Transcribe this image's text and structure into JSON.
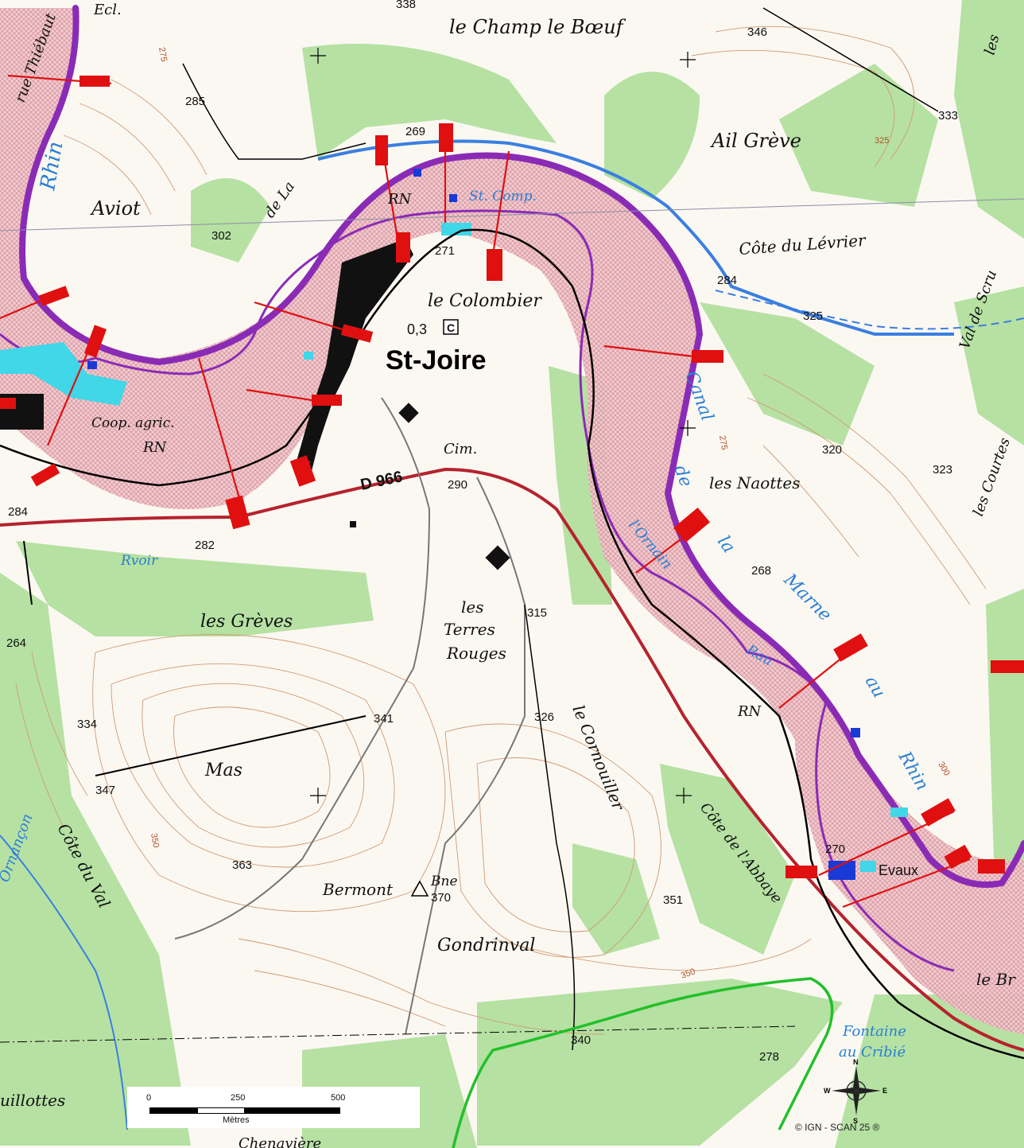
{
  "map": {
    "places": [
      {
        "id": "champ-le-boeuf",
        "label": "le Champ le Bœuf"
      },
      {
        "id": "ail-greve",
        "label": "Ail Grève"
      },
      {
        "id": "aviot",
        "label": "Aviot"
      },
      {
        "id": "cote-du-levrier",
        "label": "Côte du Lévrier"
      },
      {
        "id": "le-colombier",
        "label": "le Colombier"
      },
      {
        "id": "les-naottes",
        "label": "les Naottes"
      },
      {
        "id": "les-greves",
        "label": "les Grèves"
      },
      {
        "id": "les-terres-rouges-1",
        "label": "les"
      },
      {
        "id": "les-terres-rouges-2",
        "label": "Terres"
      },
      {
        "id": "les-terres-rouges-3",
        "label": "Rouges"
      },
      {
        "id": "mas",
        "label": "Mas"
      },
      {
        "id": "bermont",
        "label": "Bermont"
      },
      {
        "id": "gondrinval",
        "label": "Gondrinval"
      },
      {
        "id": "le-cornouiller",
        "label": "le Cornouiller"
      },
      {
        "id": "cote-de-l-abbaye",
        "label": "Côte de l'Abbaye"
      },
      {
        "id": "cote-du-val",
        "label": "Côte du Val"
      },
      {
        "id": "les-courtes",
        "label": "les Courtes"
      },
      {
        "id": "val-de-scru",
        "label": "Val de Scru"
      },
      {
        "id": "le-br",
        "label": "le Br"
      },
      {
        "id": "coop-agric",
        "label": "Coop. agric."
      },
      {
        "id": "cim",
        "label": "Cim."
      },
      {
        "id": "bne",
        "label": "Bne"
      },
      {
        "id": "ecl",
        "label": "Ecl."
      },
      {
        "id": "rue-thiebaut",
        "label": "rue Thiébaut"
      },
      {
        "id": "de-la",
        "label": "de La"
      },
      {
        "id": "les-top",
        "label": "les"
      },
      {
        "id": "uillottes",
        "label": "uillottes"
      },
      {
        "id": "chenaviere",
        "label": "Chenavière"
      },
      {
        "id": "evaux",
        "label": "Evaux"
      }
    ],
    "town": "St-Joire",
    "town_detail": "0,3",
    "town_symbol": "C",
    "roads": [
      {
        "id": "d966",
        "label": "D 966"
      },
      {
        "id": "rn-1",
        "label": "RN"
      },
      {
        "id": "rn-2",
        "label": "RN"
      },
      {
        "id": "rn-3",
        "label": "RN"
      }
    ],
    "water_labels": [
      {
        "id": "rhin-left",
        "label": "Rhin"
      },
      {
        "id": "canal",
        "label": "Canal"
      },
      {
        "id": "de",
        "label": "de"
      },
      {
        "id": "la",
        "label": "la"
      },
      {
        "id": "marne",
        "label": "Marne"
      },
      {
        "id": "au",
        "label": "au"
      },
      {
        "id": "rhin-right",
        "label": "Rhin"
      },
      {
        "id": "ornain",
        "label": "l'Ornain"
      },
      {
        "id": "rvoir",
        "label": "Rvoir"
      },
      {
        "id": "rau",
        "label": "Rau"
      },
      {
        "id": "st-comp",
        "label": "St. Comp."
      },
      {
        "id": "fontaine-1",
        "label": "Fontaine"
      },
      {
        "id": "fontaine-2",
        "label": "au Cribié"
      },
      {
        "id": "ornancon",
        "label": "Ornançon"
      }
    ],
    "altitudes": [
      {
        "id": "a285",
        "label": "285"
      },
      {
        "id": "a269",
        "label": "269"
      },
      {
        "id": "a346",
        "label": "346"
      },
      {
        "id": "a333",
        "label": "333"
      },
      {
        "id": "a302",
        "label": "302"
      },
      {
        "id": "a271",
        "label": "271"
      },
      {
        "id": "a284a",
        "label": "284"
      },
      {
        "id": "a284b",
        "label": "284"
      },
      {
        "id": "a282",
        "label": "282"
      },
      {
        "id": "a290",
        "label": "290"
      },
      {
        "id": "a320",
        "label": "320"
      },
      {
        "id": "a323",
        "label": "323"
      },
      {
        "id": "a268",
        "label": "268"
      },
      {
        "id": "a315",
        "label": "315"
      },
      {
        "id": "a264",
        "label": "264"
      },
      {
        "id": "a334",
        "label": "334"
      },
      {
        "id": "a341",
        "label": "341"
      },
      {
        "id": "a326",
        "label": "326"
      },
      {
        "id": "a347",
        "label": "347"
      },
      {
        "id": "a363",
        "label": "363"
      },
      {
        "id": "a370",
        "label": "370"
      },
      {
        "id": "a351",
        "label": "351"
      },
      {
        "id": "a270",
        "label": "270"
      },
      {
        "id": "a340",
        "label": "340"
      },
      {
        "id": "a278",
        "label": "278"
      },
      {
        "id": "a338",
        "label": "338"
      },
      {
        "id": "a325",
        "label": "325"
      }
    ],
    "contour_labels": [
      {
        "id": "c275a",
        "label": "275"
      },
      {
        "id": "c325",
        "label": "325"
      },
      {
        "id": "c275b",
        "label": "275"
      },
      {
        "id": "c300",
        "label": "300"
      },
      {
        "id": "c350a",
        "label": "350"
      },
      {
        "id": "c350b",
        "label": "350"
      }
    ]
  },
  "scale": {
    "ticks": [
      "0",
      "250",
      "500"
    ],
    "unit": "Mètres"
  },
  "compass": {
    "n": "N",
    "s": "S",
    "e": "E",
    "w": "W"
  },
  "copyright": "© IGN - SCAN 25 ®",
  "colors": {
    "river_purple": "#8a2bb5",
    "flood_zone": "#e8b7c0",
    "canal_blue": "#3b7fe0",
    "road_red": "#b5232e",
    "forest_green": "#9bd88a",
    "contour_brown": "#c98a5a",
    "section_red": "#e01010"
  }
}
